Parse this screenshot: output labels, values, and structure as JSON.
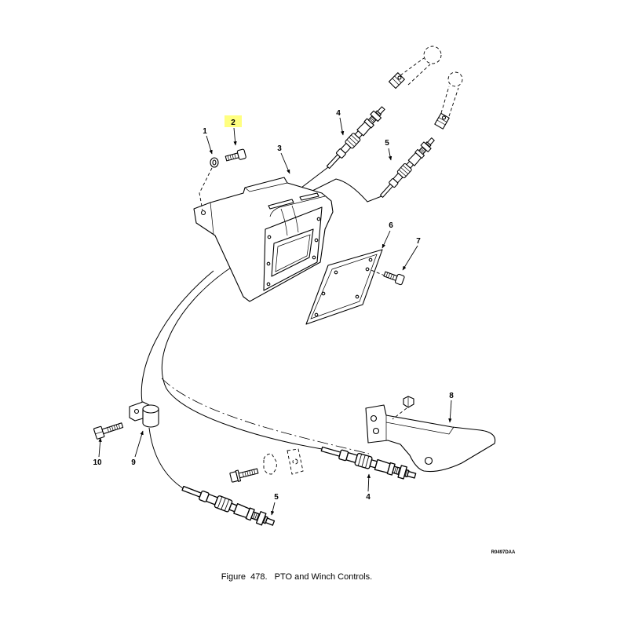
{
  "callouts": [
    "1",
    "2",
    "3",
    "4",
    "5",
    "6",
    "7",
    "8",
    "9",
    "10",
    "4",
    "5"
  ],
  "highlighted_callout": "2",
  "drawing_code": "R0497DAA",
  "caption": "Figure  478.   PTO and Winch Controls.",
  "colors": {
    "highlight": "#ffff80",
    "line": "#000000",
    "background": "#ffffff"
  }
}
